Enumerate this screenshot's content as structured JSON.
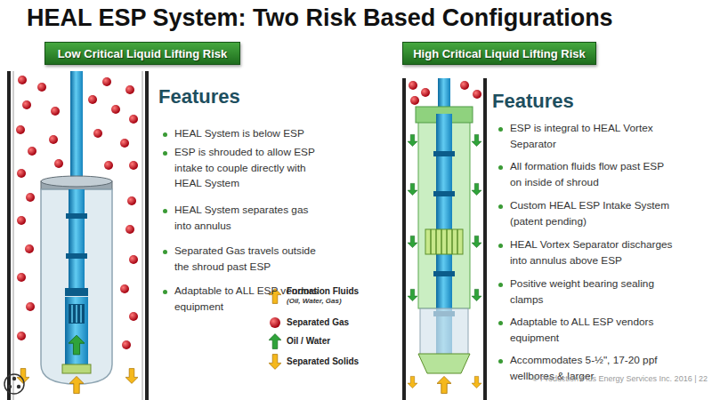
{
  "diagram": {
    "title": "HEAL ESP System: Two Risk Based Configurations",
    "nodes": [
      {
        "text": [
          "Low Critical Liquid Lifting Risk"
        ]
      },
      {
        "text": [
          "High Critical Liquid Lifting Risk"
        ]
      }
    ],
    "labels": [
      "Features",
      "HEAL System is below ESP",
      "ESP is shrouded to allow ESP intake to couple directly with HEAL System",
      "HEAL System separates gas into annulus",
      "Separated Gas travels outside the shroud past ESP",
      "Adaptable to ALL ESP vendors equipment",
      "Features",
      "ESP is integral to HEAL Vortex Separator",
      "All formation fluids flow past ESP on inside of shroud",
      "Custom HEAL ESP Intake System (patent pending)",
      "HEAL Vortex Separator discharges into annulus above ESP",
      "Positive weight bearing sealing clamps",
      "Adaptable to ALL ESP vendors equipment",
      "Accommodates 5-½\", 17-20 ppf wellbores & larger",
      "(Oil, Water, Gas)",
      "© Production Plus Energy Services Inc. 2016 | 22"
    ],
    "legend": [
      {
        "text": "Formation Fluids"
      },
      {
        "text": "Separated Gas"
      },
      {
        "text": "Oil / Water"
      },
      {
        "text": "Separated Solids"
      }
    ]
  }
}
